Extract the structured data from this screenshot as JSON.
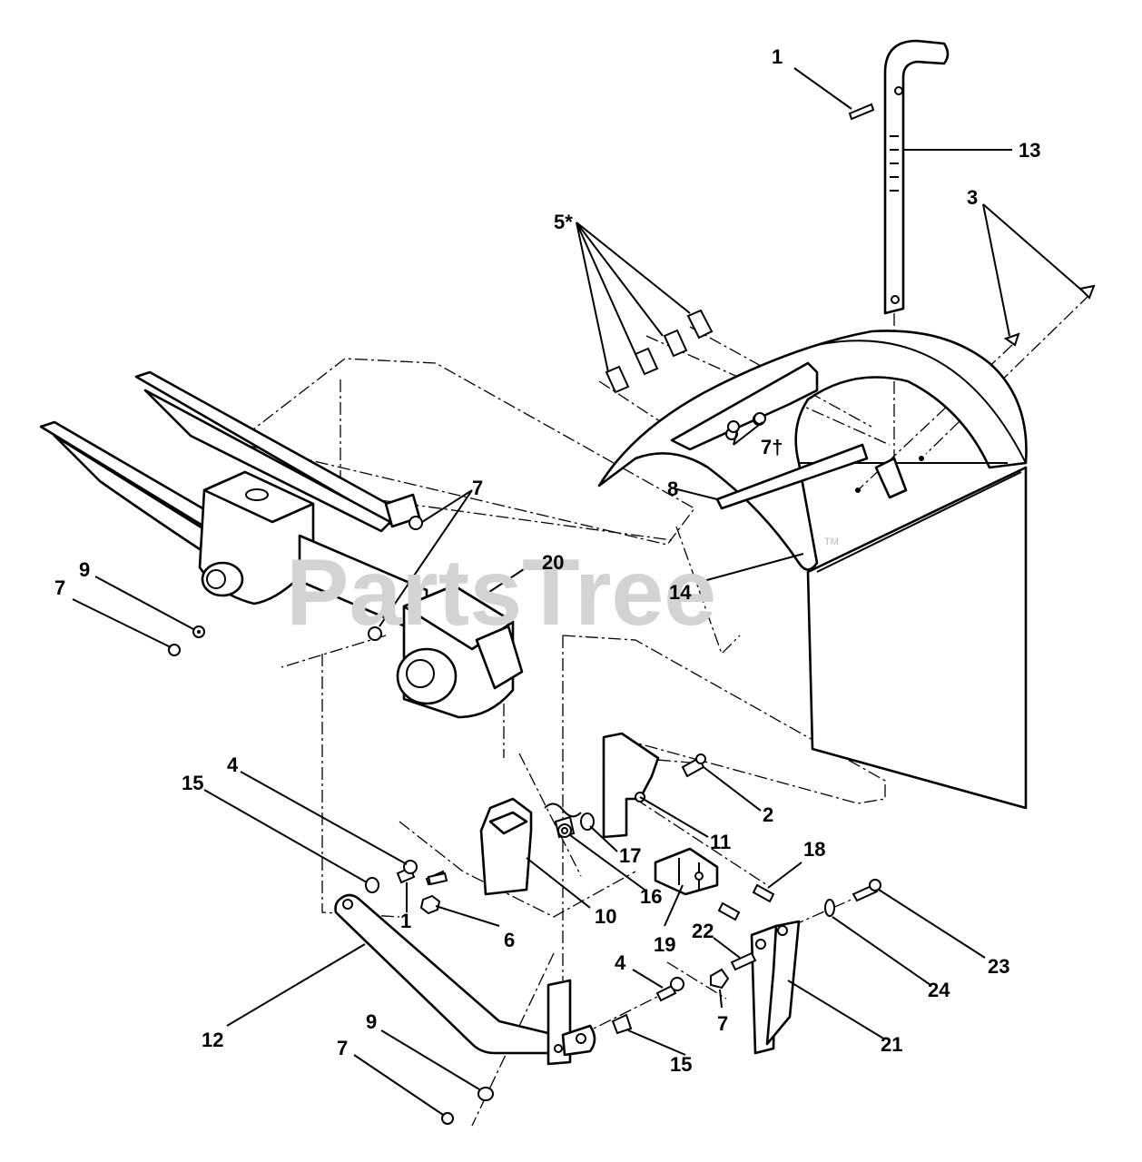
{
  "watermark": "PartsTree",
  "trademark": "TM",
  "callouts": [
    {
      "id": "c1-top",
      "text": "1"
    },
    {
      "id": "c13",
      "text": "13"
    },
    {
      "id": "c5",
      "text": "5*"
    },
    {
      "id": "c3",
      "text": "3"
    },
    {
      "id": "c7-top",
      "text": "7"
    },
    {
      "id": "c7dagger",
      "text": "7†"
    },
    {
      "id": "c8",
      "text": "8"
    },
    {
      "id": "c20",
      "text": "20"
    },
    {
      "id": "c14",
      "text": "14"
    },
    {
      "id": "c9-left",
      "text": "9"
    },
    {
      "id": "c7-left",
      "text": "7"
    },
    {
      "id": "c4-mid",
      "text": "4"
    },
    {
      "id": "c15-mid",
      "text": "15"
    },
    {
      "id": "c1-bottom",
      "text": "1"
    },
    {
      "id": "c2",
      "text": "2"
    },
    {
      "id": "c11",
      "text": "11"
    },
    {
      "id": "c17",
      "text": "17"
    },
    {
      "id": "c16",
      "text": "16"
    },
    {
      "id": "c10",
      "text": "10"
    },
    {
      "id": "c6",
      "text": "6"
    },
    {
      "id": "c18",
      "text": "18"
    },
    {
      "id": "c19",
      "text": "19"
    },
    {
      "id": "c22",
      "text": "22"
    },
    {
      "id": "c23",
      "text": "23"
    },
    {
      "id": "c24",
      "text": "24"
    },
    {
      "id": "c4-bottom",
      "text": "4"
    },
    {
      "id": "c7-bottom-mid",
      "text": "7"
    },
    {
      "id": "c21",
      "text": "21"
    },
    {
      "id": "c12",
      "text": "12"
    },
    {
      "id": "c15-bottom",
      "text": "15"
    },
    {
      "id": "c9-bottom",
      "text": "9"
    },
    {
      "id": "c7-bottom-left",
      "text": "7"
    }
  ]
}
